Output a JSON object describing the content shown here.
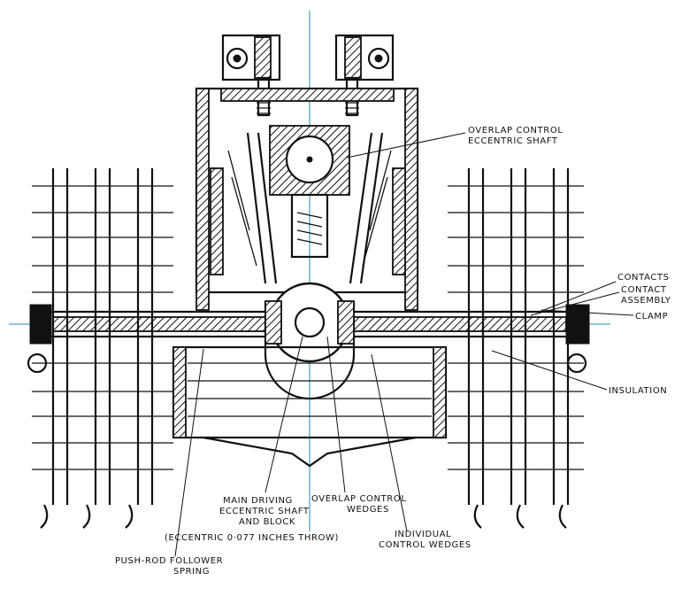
{
  "diagram": {
    "colors": {
      "ink": "#111111",
      "centerline": "#1a8fb0",
      "background": "#ffffff"
    },
    "labels": {
      "overlap_control_shaft_1": "OVERLAP CONTROL",
      "overlap_control_shaft_2": "ECCENTRIC SHAFT",
      "contacts": "CONTACTS",
      "contact_assembly_1": "CONTACT",
      "contact_assembly_2": "ASSEMBLY",
      "clamp": "CLAMP",
      "insulation": "INSULATION",
      "main_driving_1": "MAIN DRIVING",
      "main_driving_2": "ECCENTRIC SHAFT",
      "main_driving_3": "AND BLOCK",
      "eccentric_throw": "(ECCENTRIC 0·077 INCHES THROW)",
      "overlap_wedges_1": "OVERLAP CONTROL",
      "overlap_wedges_2": "WEDGES",
      "individual_wedges_1": "INDIVIDUAL",
      "individual_wedges_2": "CONTROL WEDGES",
      "push_rod_1": "PUSH-ROD FOLLOWER",
      "push_rod_2": "SPRING"
    }
  }
}
